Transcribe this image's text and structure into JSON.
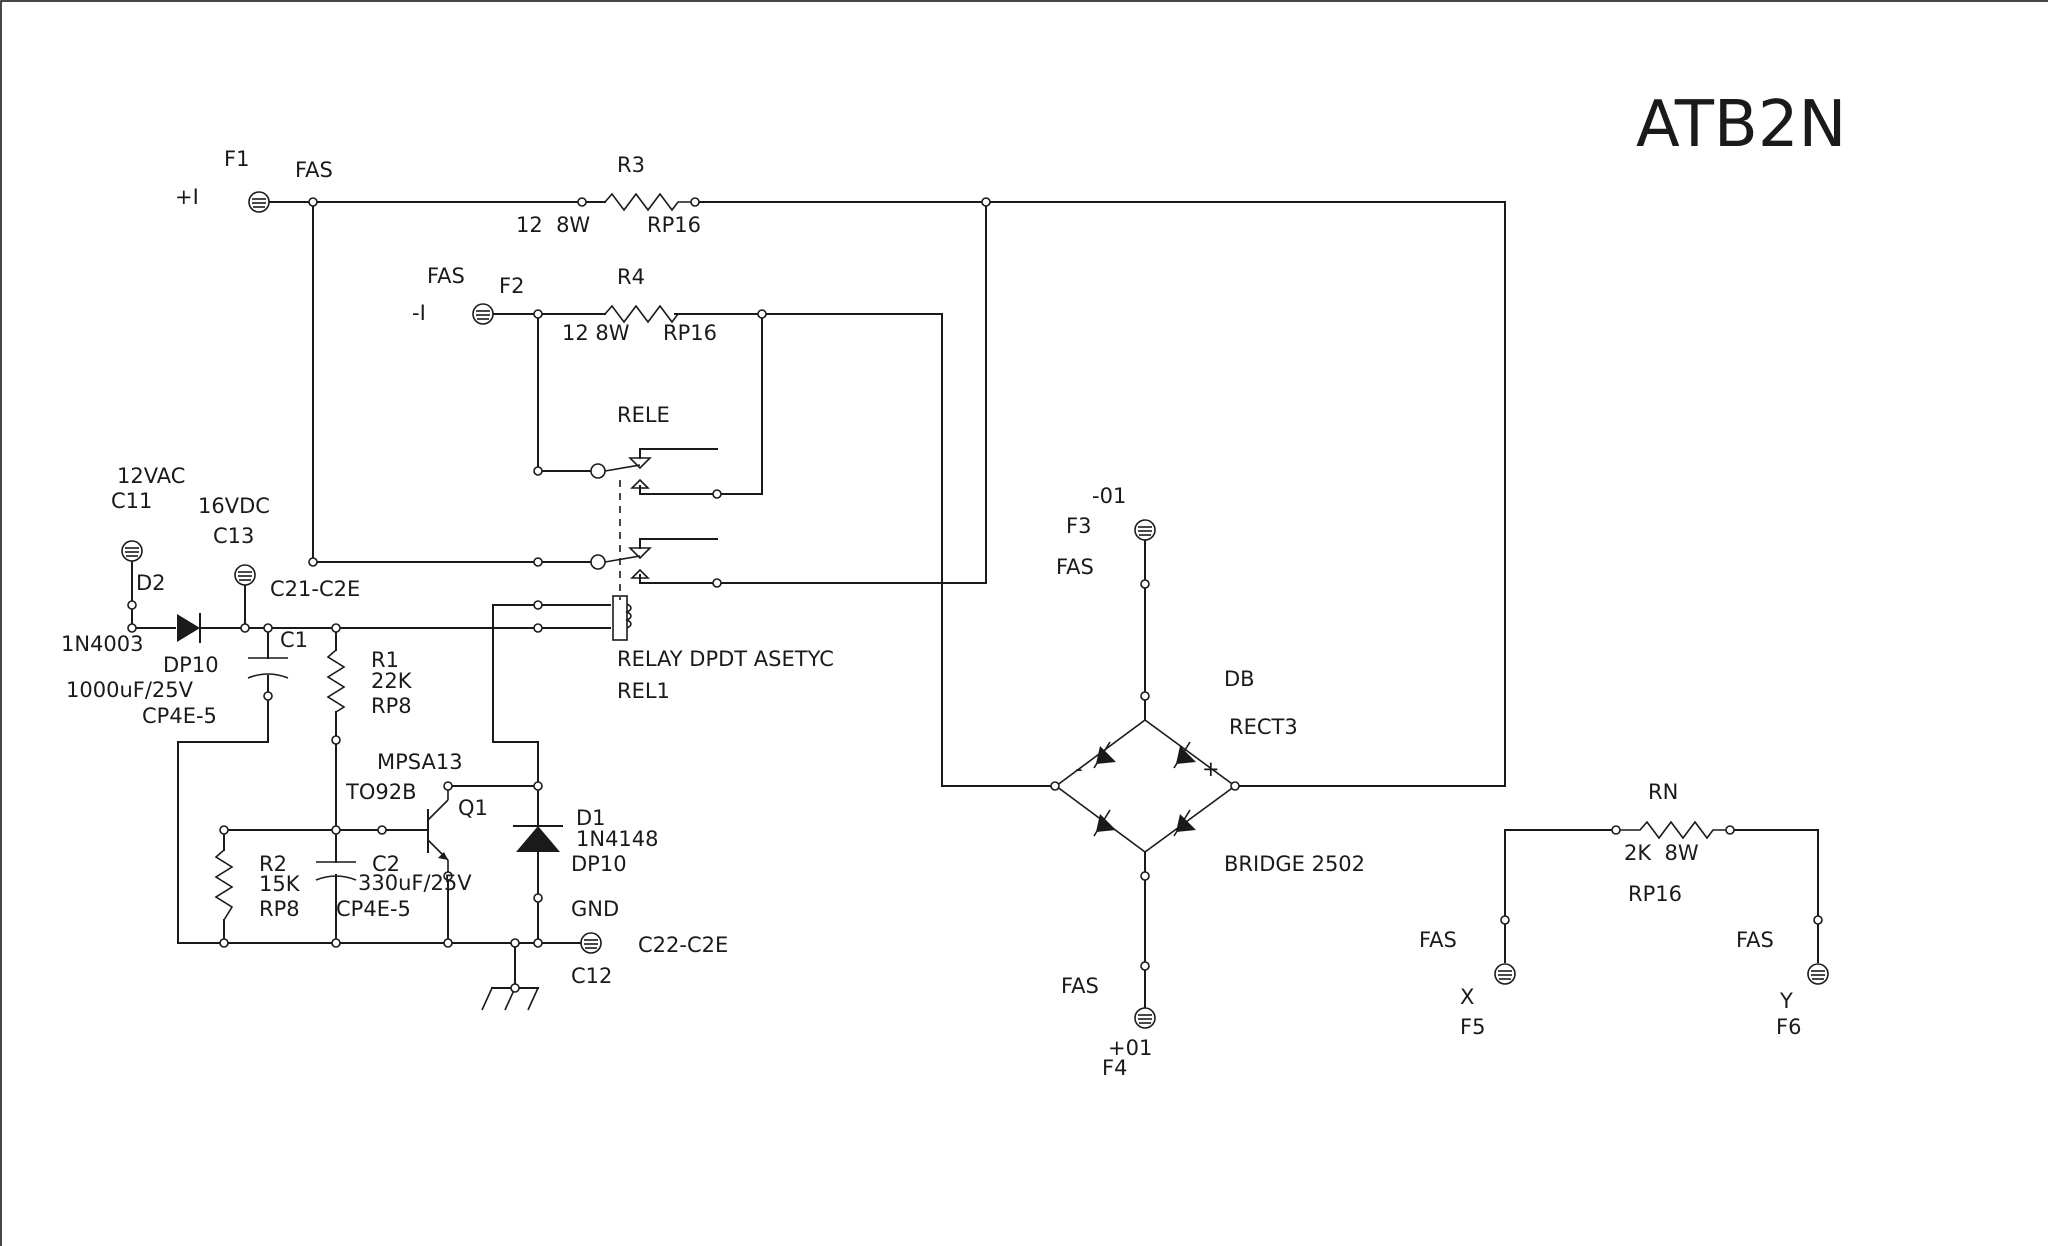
{
  "title": "ATB2N",
  "terminals": {
    "f1": {
      "ref": "F1",
      "type": "FAS",
      "net": "+I"
    },
    "f2": {
      "ref": "F2",
      "type": "FAS",
      "net": "-I"
    },
    "f3": {
      "ref": "F3",
      "type": "FAS",
      "net": "-01"
    },
    "f4": {
      "ref": "F4",
      "type": "FAS",
      "net": "+01"
    },
    "f5": {
      "ref": "F5",
      "type": "FAS",
      "net": "X"
    },
    "f6": {
      "ref": "F6",
      "type": "FAS",
      "net": "Y"
    },
    "c11": {
      "ref": "C11",
      "net": "12VAC"
    },
    "c13": {
      "ref": "C13",
      "net": "16VDC"
    },
    "c12": {
      "ref": "C12",
      "net": "GND"
    }
  },
  "components": {
    "r3": {
      "ref": "R3",
      "value": "12  8W",
      "package": "RP16"
    },
    "r4": {
      "ref": "R4",
      "value": "12 8W",
      "package": "RP16"
    },
    "rn": {
      "ref": "RN",
      "value": "2K  8W",
      "package": "RP16"
    },
    "r1": {
      "ref": "R1",
      "value": "22K",
      "package": "RP8"
    },
    "r2": {
      "ref": "R2",
      "value": "15K",
      "package": "RP8"
    },
    "c1": {
      "ref": "C1",
      "value": "1000uF/25V",
      "package": "CP4E-5"
    },
    "c2": {
      "ref": "C2",
      "value": "330uF/25V",
      "package": "CP4E-5"
    },
    "d2": {
      "ref": "D2",
      "value": "1N4003",
      "package": "DP10"
    },
    "d1": {
      "ref": "D1",
      "value": "1N4148",
      "package": "DP10"
    },
    "q1": {
      "ref": "Q1",
      "value": "MPSA13",
      "package": "TO92B"
    },
    "relay": {
      "contacts_label": "RELE",
      "description": "RELAY DPDT ASETYC",
      "ref": "REL1"
    },
    "bridge": {
      "ref": "DB",
      "package": "RECT3",
      "value": "BRIDGE 2502",
      "minus": "-",
      "plus": "+"
    }
  },
  "connectors": {
    "upper": "C21-C2E",
    "lower": "C22-C2E"
  }
}
